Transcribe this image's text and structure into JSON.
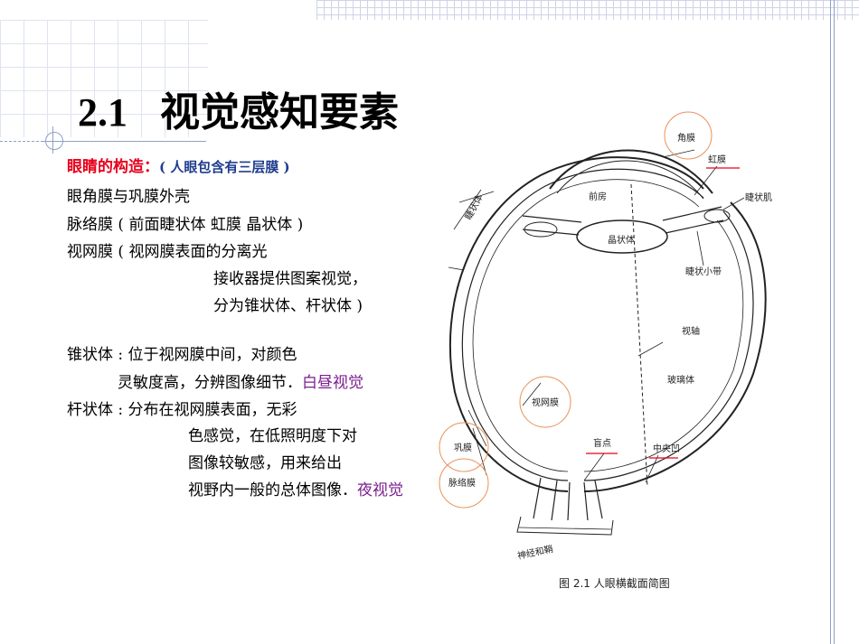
{
  "slide": {
    "title_num": "2.1",
    "title_text": "视觉感知要素",
    "heading_red": "眼睛的构造：",
    "heading_blue": "( 人眼包含有三层膜 )",
    "layers": [
      "眼角膜与巩膜外壳",
      "脉络膜   ( 前面睫状体  虹膜  晶状体 )",
      "视网膜   ( 视网膜表面的分离光",
      "接收器提供图案视觉，",
      "分为锥状体、杆状体 )"
    ],
    "cone_lines": [
      "锥状体 : 位于视网膜中间，对颜色",
      "灵敏度高，分辨图像细节．"
    ],
    "cone_tag": "白昼视觉",
    "rod_lines": [
      "杆状体 : 分布在视网膜表面，无彩",
      "色感觉，在低照明度下对",
      "图像较敏感，用来给出",
      "视野内一般的总体图像．"
    ],
    "rod_tag": "夜视觉"
  },
  "diagram": {
    "labels": {
      "cornea": "角膜",
      "iris": "虹膜",
      "ciliary_muscle": "睫状肌",
      "anterior_chamber": "前房",
      "lens": "晶状体",
      "ciliary_body": "睫状体",
      "zonule": "睫状小带",
      "visual_axis": "视轴",
      "vitreous": "玻璃体",
      "retina": "视网膜",
      "sclera": "巩膜",
      "choroid": "脉络膜",
      "blind_spot": "盲点",
      "fovea": "中央凹",
      "optic_nerve": "神经和鞘",
      "caption": "图 2.1    人眼横截面简图"
    },
    "colors": {
      "highlight_circle": "#e8925a",
      "underline": "#e8001c",
      "line": "#222222"
    }
  }
}
